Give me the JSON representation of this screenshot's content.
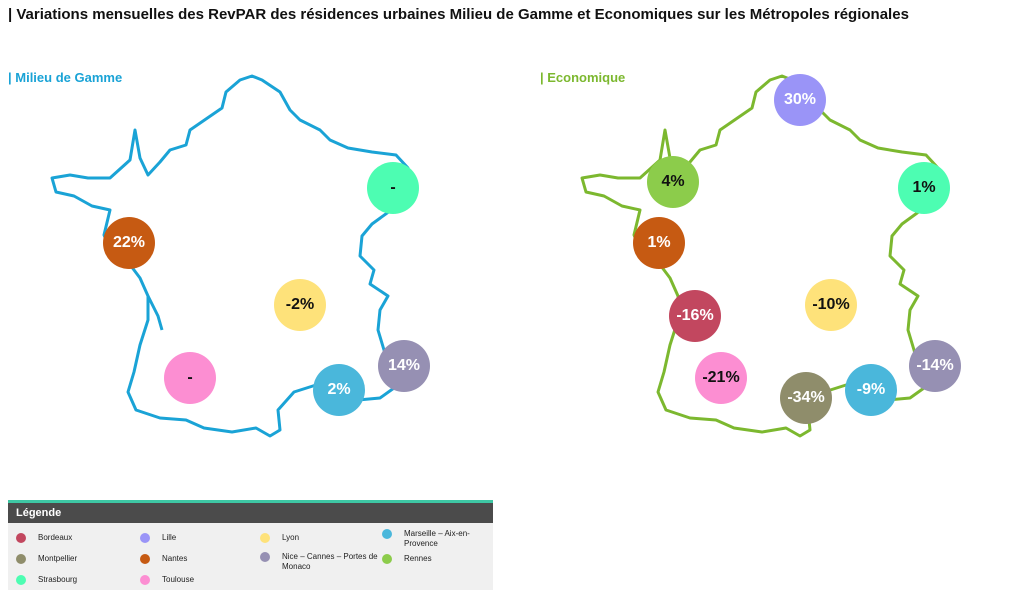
{
  "title": "| Variations mensuelles des RevPAR des résidences urbaines Milieu de Gamme et Economiques sur les Métropoles régionales",
  "colors": {
    "bordeaux": "#c2475f",
    "montpellier": "#8f8d6b",
    "strasbourg": "#4dfdb2",
    "lille": "#9a94f7",
    "nantes": "#c65a12",
    "toulouse": "#fc8ed2",
    "lyon": "#fee27a",
    "nice": "#9690b3",
    "marseille": "#4ab7db",
    "rennes": "#8ccc4b",
    "outline_mg": "#1aa3d6",
    "outline_eco": "#7cb82f"
  },
  "maps": [
    {
      "label": "| Milieu de Gamme",
      "values": {
        "strasbourg": "-",
        "nantes": "22%",
        "lyon": "-2%",
        "toulouse": "-",
        "marseille": "2%",
        "nice": "14%"
      }
    },
    {
      "label": "| Economique",
      "values": {
        "lille": "30%",
        "rennes": "4%",
        "strasbourg": "1%",
        "nantes": "1%",
        "bordeaux": "-16%",
        "lyon": "-10%",
        "toulouse": "-21%",
        "montpellier": "-34%",
        "marseille": "-9%",
        "nice": "-14%"
      }
    }
  ],
  "legend": {
    "header": "Légende",
    "items": [
      {
        "key": "bordeaux",
        "label": "Bordeaux"
      },
      {
        "key": "montpellier",
        "label": "Montpellier"
      },
      {
        "key": "strasbourg",
        "label": "Strasbourg"
      },
      {
        "key": "lille",
        "label": "Lille"
      },
      {
        "key": "nantes",
        "label": "Nantes"
      },
      {
        "key": "toulouse",
        "label": "Toulouse"
      },
      {
        "key": "lyon",
        "label": "Lyon"
      },
      {
        "key": "nice",
        "label": "Nice – Cannes – Portes de Monaco"
      },
      {
        "key": "marseille",
        "label": "Marseille – Aix-en-Provence"
      },
      {
        "key": "rennes",
        "label": "Rennes"
      }
    ]
  }
}
